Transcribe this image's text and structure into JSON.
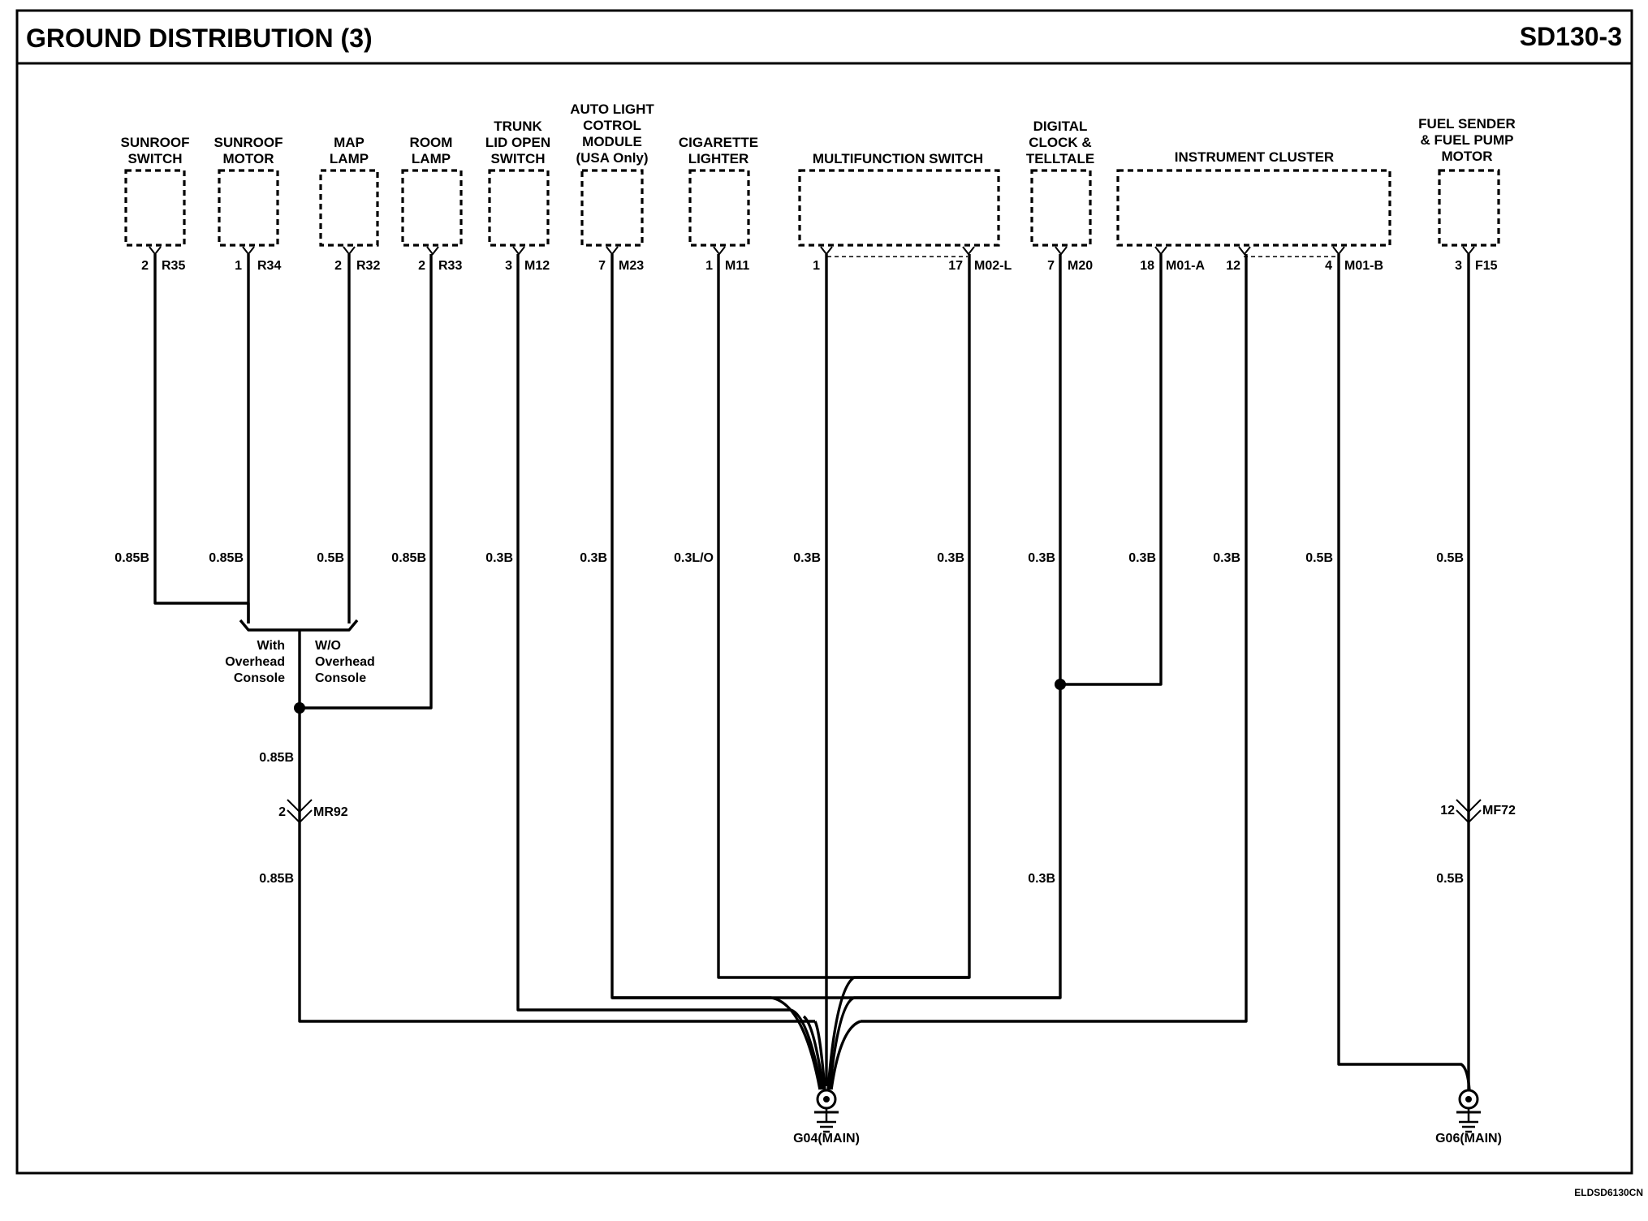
{
  "header": {
    "title": "GROUND DISTRIBUTION (3)",
    "code": "SD130-3"
  },
  "components": {
    "sunroof_switch": {
      "lines": [
        "SUNROOF",
        "SWITCH"
      ],
      "pin": "2",
      "connector": "R35",
      "wire": "0.85B"
    },
    "sunroof_motor": {
      "lines": [
        "SUNROOF",
        "MOTOR"
      ],
      "pin": "1",
      "connector": "R34",
      "wire": "0.85B"
    },
    "map_lamp": {
      "lines": [
        "MAP",
        "LAMP"
      ],
      "pin": "2",
      "connector": "R32",
      "wire": "0.5B"
    },
    "room_lamp": {
      "lines": [
        "ROOM",
        "LAMP"
      ],
      "pin": "2",
      "connector": "R33",
      "wire": "0.85B"
    },
    "trunk_lid_open_switch": {
      "lines": [
        "TRUNK",
        "LID OPEN",
        "SWITCH"
      ],
      "pin": "3",
      "connector": "M12",
      "wire": "0.3B"
    },
    "auto_light_module": {
      "lines": [
        "AUTO LIGHT",
        "COTROL",
        "MODULE",
        "(USA Only)"
      ],
      "pin": "7",
      "connector": "M23",
      "wire": "0.3B"
    },
    "cigarette_lighter": {
      "lines": [
        "CIGARETTE",
        "LIGHTER"
      ],
      "pin": "1",
      "connector": "M11",
      "wire": "0.3L/O"
    },
    "multifunction_switch": {
      "lines": [
        "MULTIFUNCTION SWITCH"
      ],
      "pin_a": "1",
      "pin_b": "17",
      "connector": "M02-L",
      "wire_a": "0.3B",
      "wire_b": "0.3B"
    },
    "digital_clock": {
      "lines": [
        "DIGITAL",
        "CLOCK &",
        "TELLTALE"
      ],
      "pin": "7",
      "connector": "M20",
      "wire": "0.3B"
    },
    "instrument_cluster": {
      "lines": [
        "INSTRUMENT CLUSTER"
      ],
      "pin_a": "18",
      "connector_a": "M01-A",
      "pin_b": "12",
      "pin_c": "4",
      "connector_c": "M01-B",
      "wire_a": "0.3B",
      "wire_b": "0.3B",
      "wire_c": "0.5B"
    },
    "fuel_sender": {
      "lines": [
        "FUEL SENDER",
        "& FUEL PUMP",
        "MOTOR"
      ],
      "pin": "3",
      "connector": "F15",
      "wire": "0.5B"
    }
  },
  "options": {
    "with": [
      "With",
      "Overhead",
      "Console"
    ],
    "without": [
      "W/O",
      "Overhead",
      "Console"
    ]
  },
  "splice_wires": {
    "mr92_above": "0.85B",
    "mr92_below": "0.85B",
    "clock_below": "0.3B",
    "mf72_below": "0.5B"
  },
  "inline_connectors": {
    "mr92": {
      "pin": "2",
      "name": "MR92"
    },
    "mf72": {
      "pin": "12",
      "name": "MF72"
    }
  },
  "grounds": {
    "g04": "G04(MAIN)",
    "g06": "G06(MAIN)"
  },
  "footer": {
    "doc_code": "ELDSD6130CN"
  }
}
